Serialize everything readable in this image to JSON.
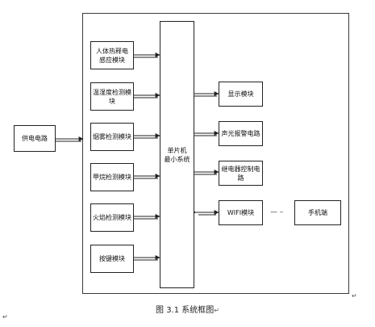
{
  "caption": "图 3.1 系统框图",
  "blocks": {
    "power": "供电电路",
    "inputs": {
      "pir": [
        "人体热释电",
        "感应模块"
      ],
      "temp_humidity": "温湿度检测模块",
      "smoke": "烟雾检测模块",
      "methane": "甲烷检测模块",
      "flame": "火焰检测模块",
      "keys": "按键模块"
    },
    "mcu": [
      "单片机",
      "最小系统"
    ],
    "outputs": {
      "display": "显示模块",
      "alarm": "声光报警电路",
      "relay": "继电器控制电路",
      "wifi": "WIFI模块"
    },
    "phone": "手机端"
  },
  "marks": {
    "paragraph": "↵",
    "wireless": "— –"
  },
  "colors": {
    "line": "#222222",
    "background": "#ffffff"
  }
}
